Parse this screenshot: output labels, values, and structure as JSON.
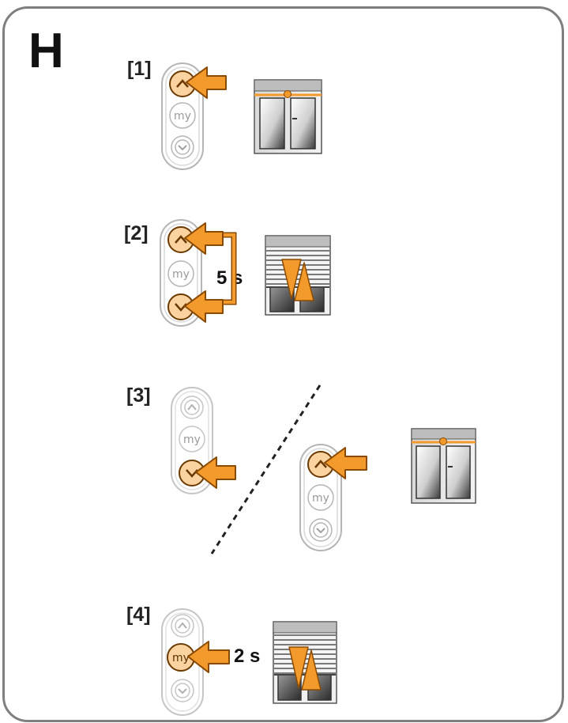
{
  "section": {
    "letter": "H"
  },
  "steps": [
    {
      "label": "[1]"
    },
    {
      "label": "[2]",
      "duration": "5 s"
    },
    {
      "label": "[3]"
    },
    {
      "label": "[4]",
      "duration": "2 s"
    }
  ],
  "remote": {
    "up_symbol": "^",
    "my_label": "my",
    "down_symbol": "v"
  },
  "colors": {
    "frame": "#7f7f7f",
    "pressed_button": "#fbd3a1",
    "arrow_fill": "#f39a2c",
    "arrow_outline": "#8a4a00",
    "button_outline": "#b5b5b5"
  },
  "icons": [
    "remote-control-icon",
    "press-arrow-icon",
    "window-icon",
    "roller-shutter-icon",
    "dashed-divider"
  ]
}
